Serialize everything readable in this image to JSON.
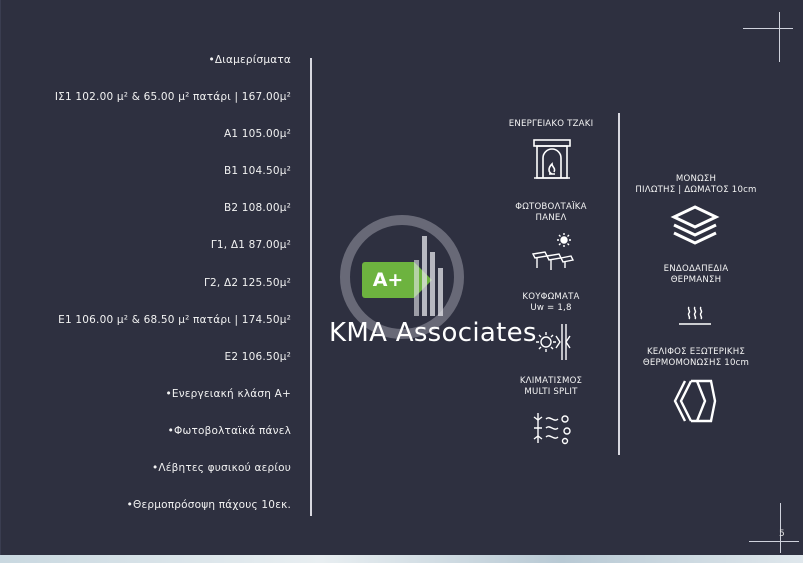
{
  "units": {
    "items": [
      "•Διαμερίσματα",
      "ΙΣ1 102.00 μ² & 65.00 μ² πατάρι | 167.00μ²",
      "Α1 105.00μ²",
      "Β1 104.50μ²",
      "Β2 108.00μ²",
      "Γ1, Δ1 87.00μ²",
      "Γ2, Δ2 125.50μ²",
      "Ε1 106.00 μ² & 68.50 μ² πατάρι | 174.50μ²",
      "Ε2 106.50μ²",
      "•Ενεργειακή κλάση Α+",
      "•Φωτοβολταϊκά πάνελ",
      "•Λέβητες φυσικού αερίου",
      "•Θερμοπρόσοψη πάχους 10εκ."
    ]
  },
  "features_left": [
    {
      "lines": [
        "ΕΝΕΡΓΕΙΑΚΟ ΤΖΑΚΙ"
      ],
      "icon": "fireplace-icon"
    },
    {
      "lines": [
        "ΦΩΤΟΒΟΛΤΑΪΚΑ",
        "ΠΑΝΕΛ"
      ],
      "icon": "solar-panel-icon"
    },
    {
      "lines": [
        "ΚΟΥΦΩΜΑΤΑ",
        "Uw = 1,8"
      ],
      "icon": "window-frame-icon"
    },
    {
      "lines": [
        "ΚΛΙΜΑΤΙΣΜΟΣ",
        "MULTI SPLIT"
      ],
      "icon": "air-conditioning-icon"
    }
  ],
  "features_right": [
    {
      "lines": [
        "ΜΟΝΩΣΗ",
        "ΠΙΛΩΤΗΣ | ΔΩΜΑΤΟΣ 10cm"
      ],
      "icon": "insulation-layers-icon"
    },
    {
      "lines": [
        "ΕΝΔΟΔΑΠΕΔΙΑ",
        "ΘΕΡΜΑΝΣΗ"
      ],
      "icon": "underfloor-heating-icon"
    },
    {
      "lines": [
        "ΚΕΛΙΦΟΣ ΕΞΩΤΕΡΙΚΗΣ",
        "ΘΕΡΜΟΜΟΝΩΣΗΣ 10cm"
      ],
      "icon": "thermal-facade-icon"
    }
  ],
  "watermark": {
    "badge": "A+",
    "brand": "KMA Associates"
  },
  "page_number": "5",
  "colors": {
    "background": "#2e3040",
    "text": "#ffffff",
    "badge_green": "#6db33f"
  }
}
